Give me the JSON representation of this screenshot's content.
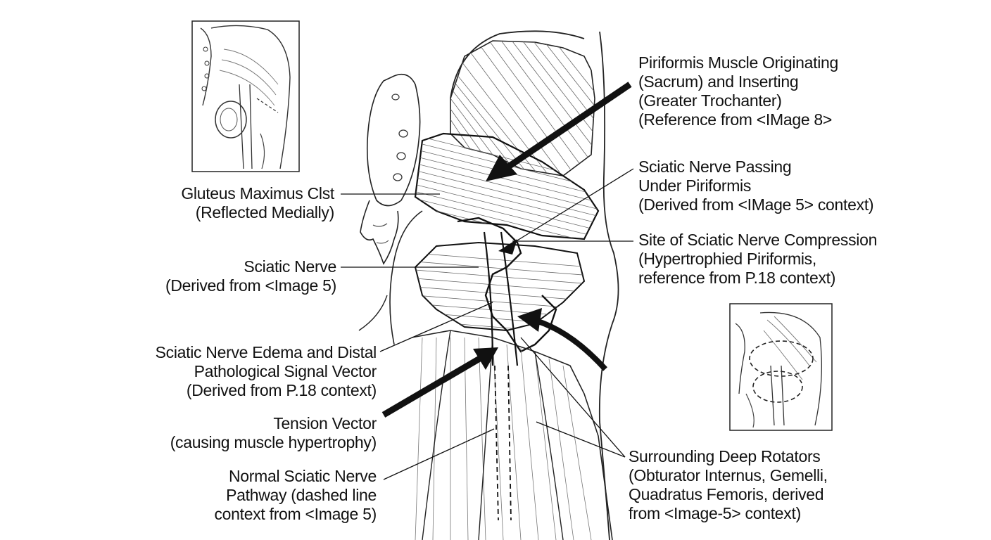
{
  "colors": {
    "ink": "#111111",
    "background": "#ffffff",
    "muscle_fiber": "#555555"
  },
  "labels": {
    "piriformis": [
      "Piriformis Muscle Originating",
      "(Sacrum) and Inserting",
      "(Greater Trochanter)",
      "(Reference from <IMage 8>"
    ],
    "sciatic_passing": [
      "Sciatic Nerve Passing",
      "Under Piriformis",
      "(Derived from <IMage 5> context)"
    ],
    "compression_site": [
      "Site of Sciatic Nerve Compression",
      "(Hypertrophied Piriformis,",
      "reference from P.18 context)"
    ],
    "gluteus": [
      "Gluteus Maximus Clst",
      "(Reflected Medially)"
    ],
    "sciatic_nerve": [
      "Sciatic Nerve",
      "(Derived from <Image 5)"
    ],
    "edema": [
      "Sciatic Nerve Edema and Distal",
      "Pathological Signal Vector",
      "(Derived from P.18 context)"
    ],
    "tension": [
      "Tension Vector",
      "(causing muscle hypertrophy)"
    ],
    "normal_pathway": [
      "Normal Sciatic Nerve",
      "Pathway (dashed line",
      "context from <Image 5)"
    ],
    "deep_rotators": [
      "Surrounding Deep Rotators",
      "(Obturator Internus, Gemelli,",
      "Quadratus Femoris, derived",
      "from <Image-5> context)"
    ]
  },
  "icons": {
    "top_inset": "hip-overview-inset-icon",
    "bottom_inset": "compression-inset-icon"
  }
}
